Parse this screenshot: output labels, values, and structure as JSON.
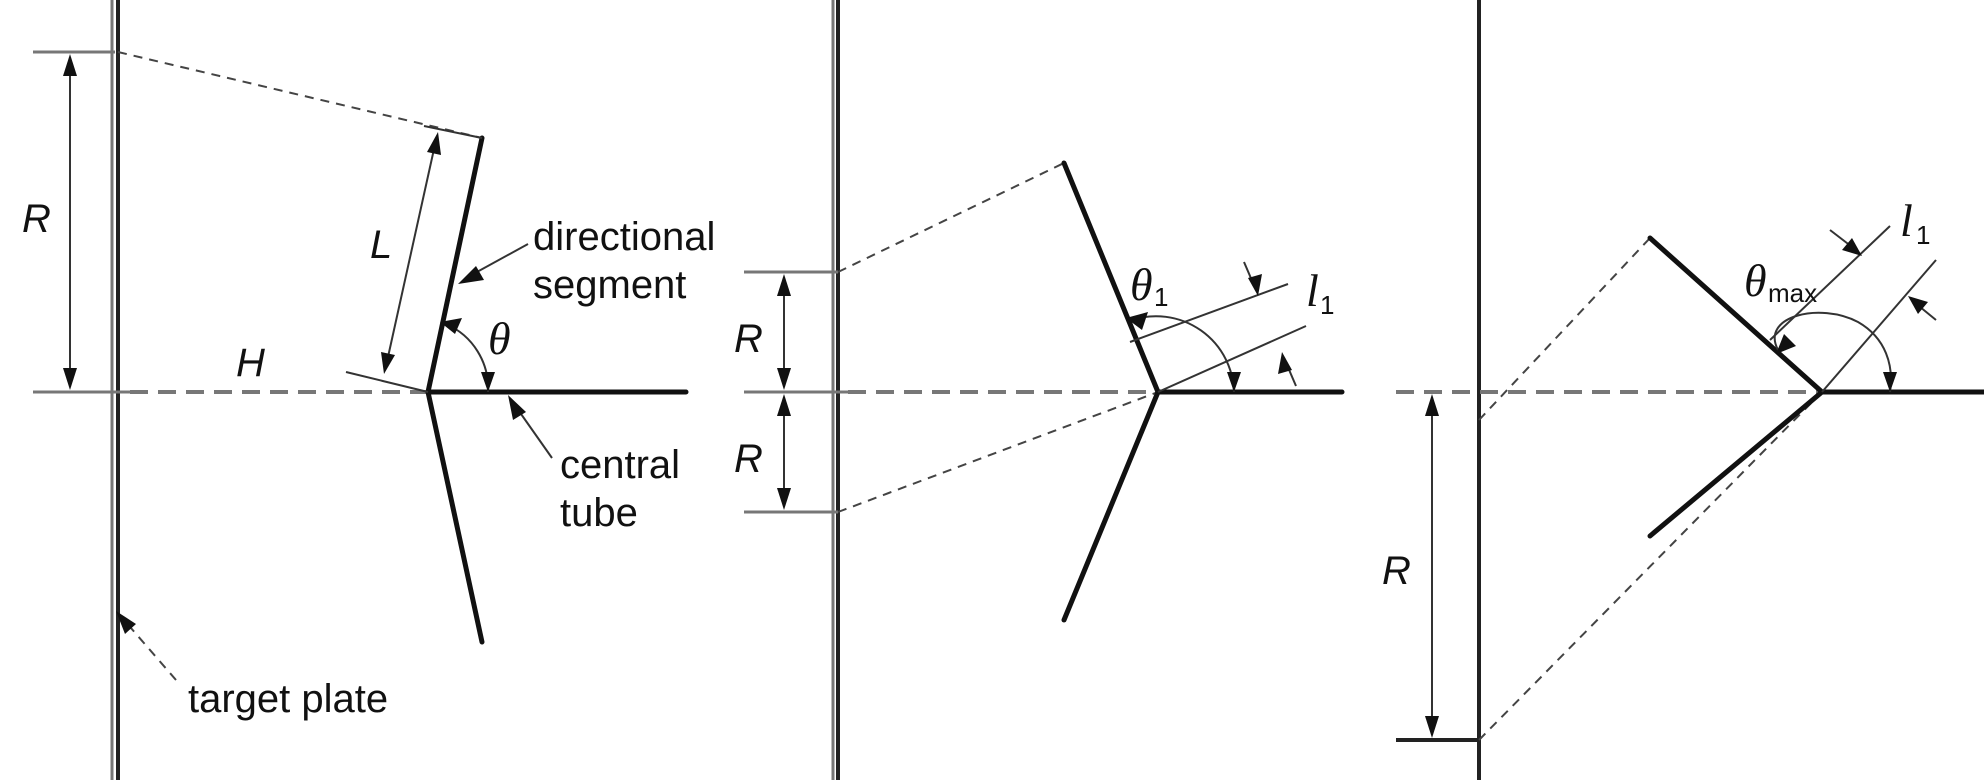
{
  "panel1": {
    "radius_label": "R",
    "length_label": "L",
    "height_label": "H",
    "angle_label": "θ",
    "directional_segment_line1": "directional",
    "directional_segment_line2": "segment",
    "central_tube_line1": "central",
    "central_tube_line2": "tube",
    "target_plate": "target plate"
  },
  "panel2": {
    "radius_label_upper": "R",
    "radius_label_lower": "R",
    "angle_label": "θ",
    "angle_sub": "1",
    "length_label": "l",
    "length_sub": "1"
  },
  "panel3": {
    "radius_label": "R",
    "angle_label": "θ",
    "angle_sub": "max",
    "length_label": "l",
    "length_sub": "1"
  }
}
